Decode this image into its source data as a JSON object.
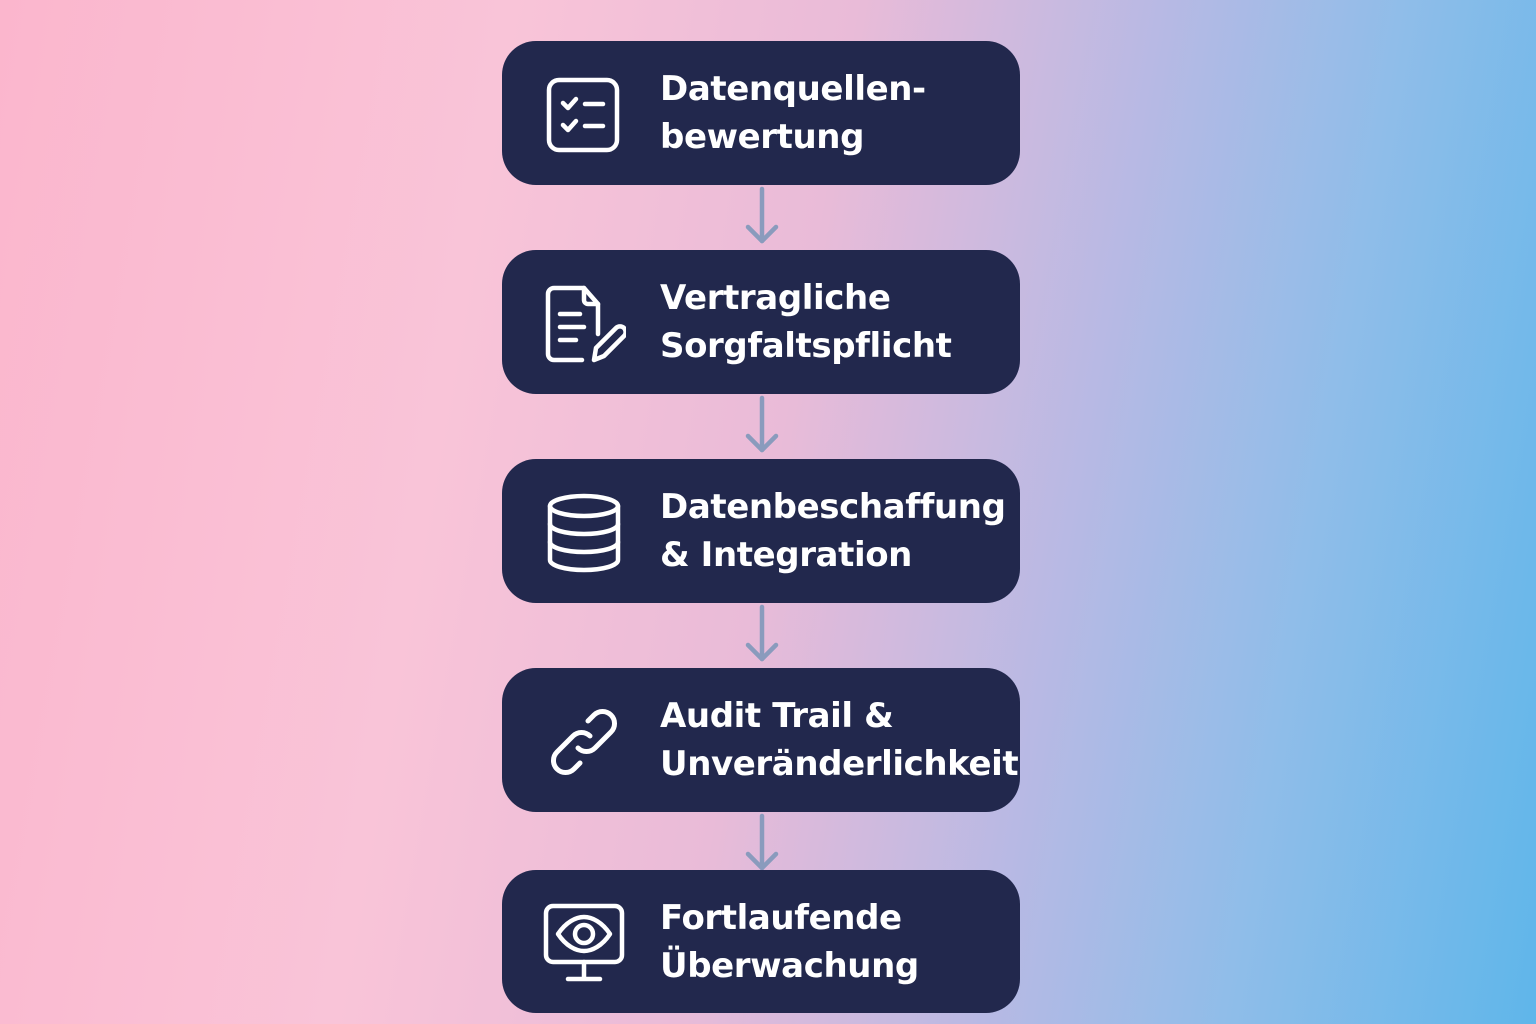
{
  "steps": [
    {
      "line1": "Datenquellen-",
      "line2": "bewertung",
      "icon": "checklist-icon"
    },
    {
      "line1": "Vertragliche",
      "line2": "Sorgfaltspflicht",
      "icon": "document-edit-icon"
    },
    {
      "line1": "Datenbeschaffung",
      "line2": "& Integration",
      "icon": "database-icon"
    },
    {
      "line1": "Audit Trail &",
      "line2": "Unveränderlichkeit",
      "icon": "link-icon"
    },
    {
      "line1": "Fortlaufende",
      "line2": "Überwachung",
      "icon": "monitor-eye-icon"
    }
  ],
  "colors": {
    "box": "#22284d",
    "text": "#ffffff",
    "arrow": "#8a9bbd"
  }
}
